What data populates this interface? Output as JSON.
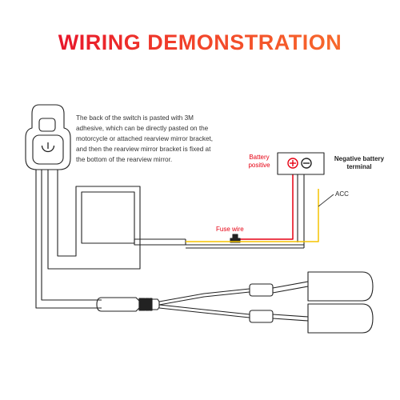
{
  "title": "WIRING DEMONSTRATION",
  "note": "The back of the switch is pasted with 3M adhesive, which can be directly pasted on the motorcycle or attached rearview mirror bracket, and then the rearview mirror bracket is fixed at the bottom of the rearview mirror.",
  "labels": {
    "battery_positive_line1": "Battery",
    "battery_positive_line2": "positive",
    "negative_line1": "Negative battery",
    "negative_line2": "terminal",
    "acc": "ACC",
    "fuse_wire": "Fuse wire"
  },
  "colors": {
    "title_gradient_start": "#e8172b",
    "title_gradient_end": "#f7692b",
    "positive_wire": "#e60012",
    "acc_wire": "#f5c400",
    "line": "#222222"
  }
}
